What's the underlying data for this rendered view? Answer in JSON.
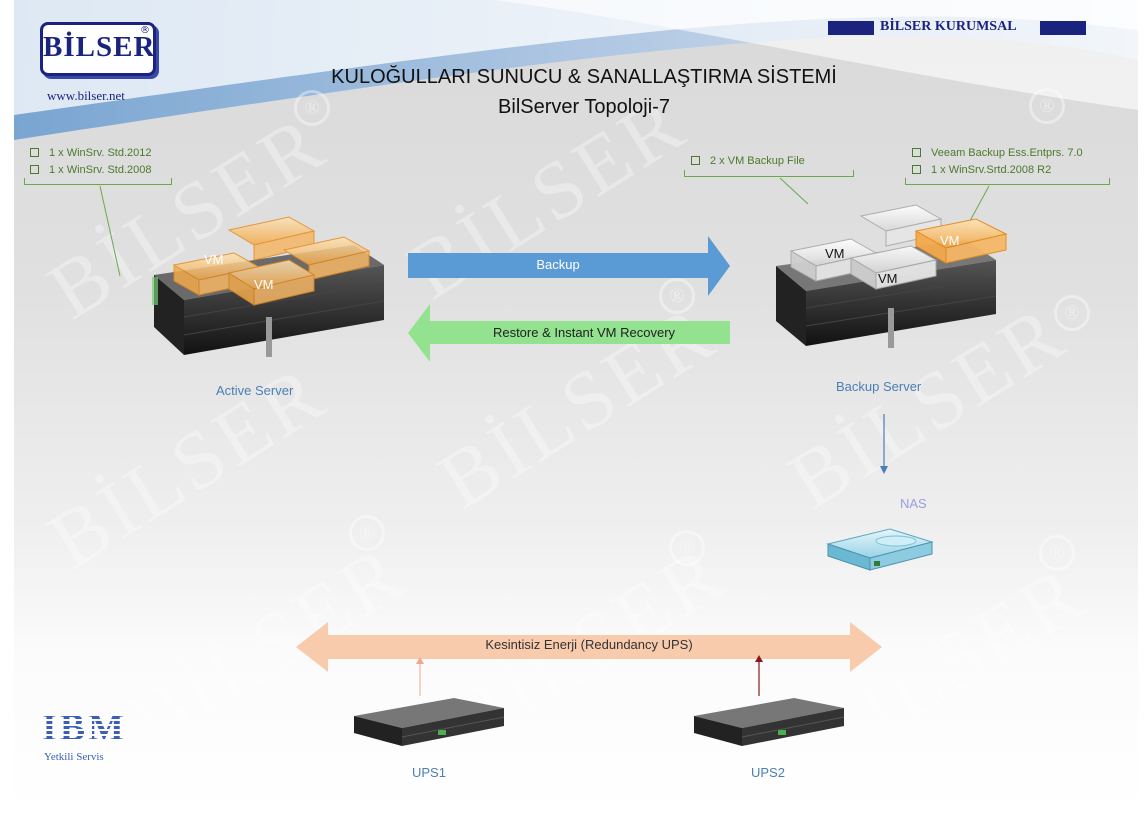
{
  "header": {
    "logo_text": "BİLSER",
    "logo_reg": "®",
    "website": "www.bilser.net",
    "corporate_label": "BİLSER KURUMSAL",
    "title_line1": "KULOĞULLARI SUNUCU & SANALLAŞTIRMA SİSTEMİ",
    "title_line2": "BilServer Topoloji-7"
  },
  "active_server": {
    "label": "Active Server",
    "specs": [
      "1 x WinSrv. Std.2012",
      "1 x WinSrv. Std.2008"
    ],
    "vm_labels": [
      "VM",
      "VM"
    ]
  },
  "backup_server": {
    "label": "Backup Server",
    "specs_left": [
      "2 x VM Backup File"
    ],
    "specs_right": [
      "Veeam  Backup Ess.Entprs. 7.0",
      "1 x WinSrv.Srtd.2008 R2"
    ],
    "vm_labels": [
      "VM",
      "VM",
      "VM"
    ]
  },
  "flows": {
    "backup": "Backup",
    "restore": "Restore & Instant VM Recovery",
    "energy": "Kesintisiz Enerji (Redundancy UPS)"
  },
  "nas": {
    "label": "NAS"
  },
  "ups": {
    "ups1": "UPS1",
    "ups2": "UPS2"
  },
  "footer": {
    "ibm_text": "IBM",
    "ibm_caption": "Yetkili Servis"
  },
  "watermark": {
    "text": "BİLSER",
    "reg": "®"
  },
  "colors": {
    "backup_arrow": "#5b9bd5",
    "restore_arrow": "#92e28f",
    "energy_arrow": "#f8cbad",
    "vm_orange": "#f4b45a",
    "logo_navy": "#1a237e",
    "spec_green": "#4a7a2c",
    "label_blue": "#4a7fb5",
    "nas_label": "#9b9ddb"
  }
}
